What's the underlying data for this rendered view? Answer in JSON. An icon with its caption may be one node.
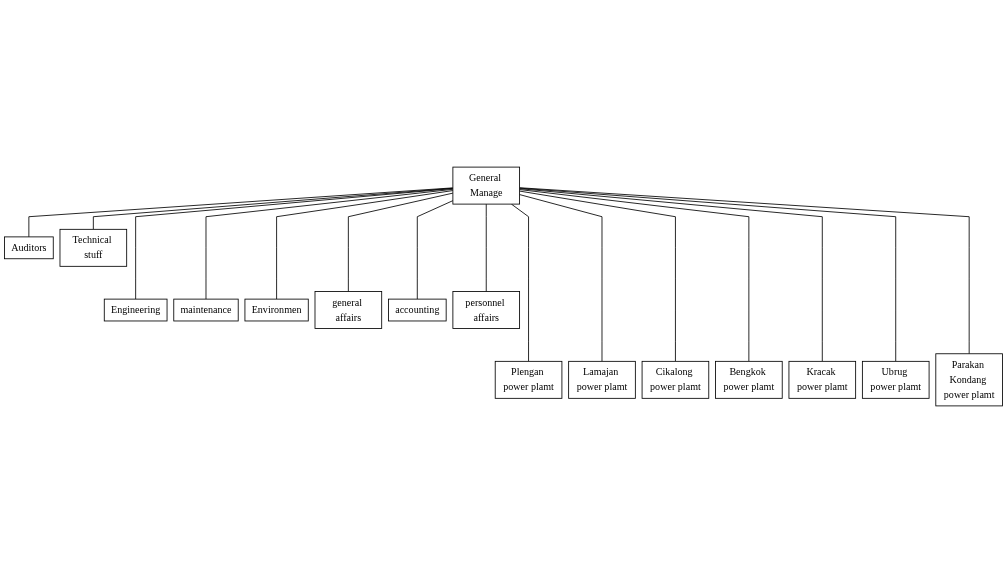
{
  "diagram": {
    "nodes": [
      {
        "text": [
          "General Manage"
        ]
      },
      {
        "text": [
          "Auditors"
        ]
      },
      {
        "text": [
          "Technical stuff"
        ]
      },
      {
        "text": [
          "Engineering"
        ]
      },
      {
        "text": [
          "maintenance"
        ]
      },
      {
        "text": [
          "Environmen"
        ]
      },
      {
        "text": [
          "general affairs"
        ]
      },
      {
        "text": [
          "accounting"
        ]
      },
      {
        "text": [
          "personnel affairs"
        ]
      },
      {
        "text": [
          "Plengan power plamt"
        ]
      },
      {
        "text": [
          "Lamajan power plamt"
        ]
      },
      {
        "text": [
          "Cikalong power plamt"
        ]
      },
      {
        "text": [
          "Bengkok power plamt"
        ]
      },
      {
        "text": [
          "Kracak power plamt"
        ]
      },
      {
        "text": [
          "Ubrug power plamt"
        ]
      },
      {
        "text": [
          "Parakan Kondang power plamt"
        ]
      }
    ],
    "edges": [
      {
        "from": 0,
        "to": 1,
        "arrow": "none"
      },
      {
        "from": 0,
        "to": 2,
        "arrow": "none"
      },
      {
        "from": 0,
        "to": 3,
        "arrow": "none"
      },
      {
        "from": 0,
        "to": 4,
        "arrow": "none"
      },
      {
        "from": 0,
        "to": 5,
        "arrow": "none"
      },
      {
        "from": 0,
        "to": 6,
        "arrow": "none"
      },
      {
        "from": 0,
        "to": 7,
        "arrow": "none"
      },
      {
        "from": 0,
        "to": 8,
        "arrow": "none"
      },
      {
        "from": 0,
        "to": 9,
        "arrow": "none"
      },
      {
        "from": 0,
        "to": 10,
        "arrow": "none"
      },
      {
        "from": 0,
        "to": 11,
        "arrow": "none"
      },
      {
        "from": 0,
        "to": 12,
        "arrow": "none"
      },
      {
        "from": 0,
        "to": 13,
        "arrow": "none"
      },
      {
        "from": 0,
        "to": 14,
        "arrow": "none"
      },
      {
        "from": 0,
        "to": 15,
        "arrow": "none"
      }
    ]
  }
}
